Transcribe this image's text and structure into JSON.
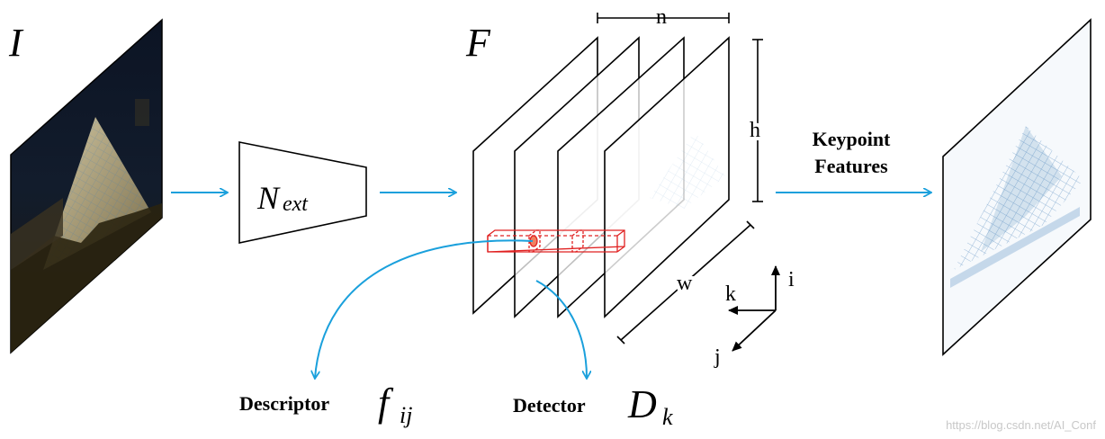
{
  "labels": {
    "input_image": "I",
    "network_script": "N",
    "network_subscript": "ext",
    "feature_map": "F",
    "dim_n": "n",
    "dim_h": "h",
    "dim_w": "w",
    "axis_i": "i",
    "axis_j": "j",
    "axis_k": "k",
    "keypoint_line1": "Keypoint",
    "keypoint_line2": "Features",
    "descriptor_word": "Descriptor",
    "descriptor_symbol": "f",
    "descriptor_subscript": "ij",
    "detector_word": "Detector",
    "detector_symbol": "D",
    "detector_subscript": "k"
  },
  "watermark": "https://blog.csdn.net/AI_Conf",
  "colors": {
    "arrow": "#1aa0dc",
    "outline": "#000000",
    "highlight": "#e02020",
    "night_sky": "#101a2a",
    "heatmap": "#3a78b4"
  }
}
